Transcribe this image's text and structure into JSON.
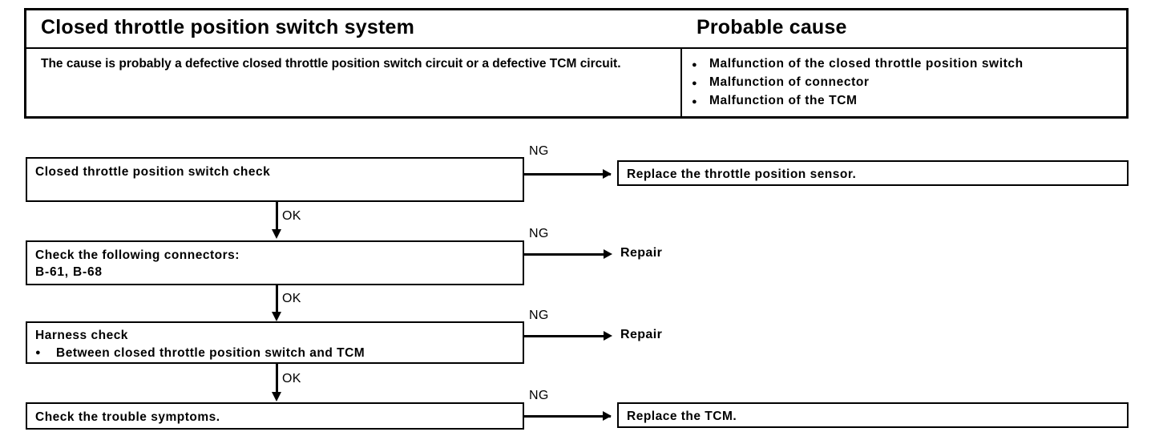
{
  "table": {
    "headers": {
      "left": "Closed throttle position switch system",
      "right": "Probable cause"
    },
    "description": "The cause is probably a defective closed throttle position switch circuit or a defective TCM circuit.",
    "probable_causes": [
      "Malfunction of the closed  throttle  position  switch",
      "Malfunction of connector",
      "Malfunction of the TCM"
    ]
  },
  "flow": {
    "steps": [
      {
        "label": "Closed throttle position switch check",
        "ng_label": "NG",
        "ok_label": "OK",
        "result": "Replace the throttle position sensor."
      },
      {
        "label": "Check the following connectors:",
        "label_line2": "B-61, B-68",
        "ng_label": "NG",
        "ok_label": "OK",
        "result": "Repair"
      },
      {
        "label": "Harness check",
        "bullet": "Between closed throttle position switch and TCM",
        "ng_label": "NG",
        "ok_label": "OK",
        "result": "Repair"
      },
      {
        "label": "Check the trouble symptoms.",
        "ng_label": "NG",
        "result": "Replace the TCM."
      }
    ]
  },
  "colors": {
    "ink": "#000000",
    "paper": "#ffffff"
  }
}
